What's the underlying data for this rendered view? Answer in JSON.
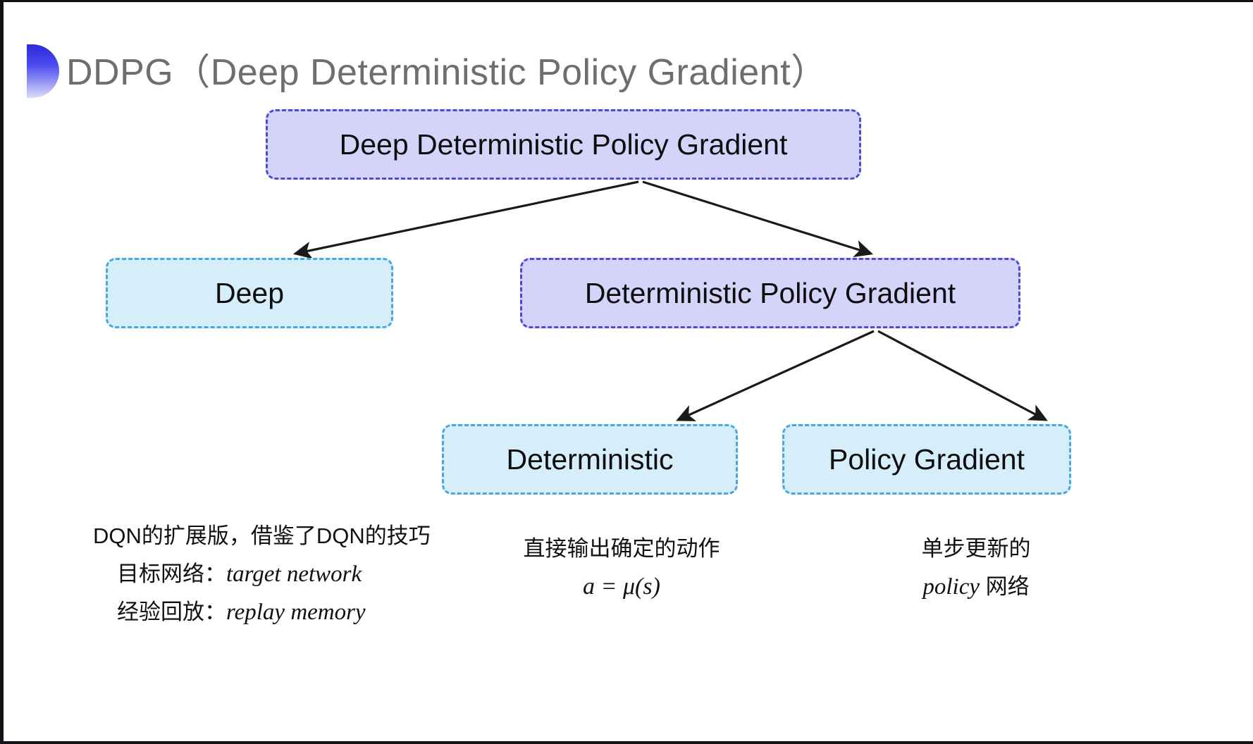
{
  "slide": {
    "title": "DDPG（Deep Deterministic Policy Gradient）",
    "background": "#ffffff",
    "accent_purple": "#4b4bd8",
    "accent_blue": "#4aa6dd",
    "fill_purple": "#d5d3fa",
    "fill_blue": "#d6eefa",
    "title_color": "#6d6e71"
  },
  "diagram": {
    "root": {
      "label": "Deep Deterministic Policy Gradient",
      "style": "purple"
    },
    "level2": [
      {
        "label": "Deep",
        "style": "blue"
      },
      {
        "label": "Deterministic Policy Gradient",
        "style": "purple"
      }
    ],
    "level3": [
      {
        "label": "Deterministic",
        "style": "blue"
      },
      {
        "label": "Policy Gradient",
        "style": "blue"
      }
    ]
  },
  "annotations": {
    "deep": {
      "line1": "DQN的扩展版，借鉴了DQN的技巧",
      "line2_label": "目标网络：",
      "line2_term": "target network",
      "line3_label": "经验回放：",
      "line3_term": "replay memory"
    },
    "deterministic": {
      "line1": "直接输出确定的动作",
      "formula": "a = μ(s)"
    },
    "policy_gradient": {
      "line1": "单步更新的",
      "line2_term": "policy",
      "line2_suffix": " 网络"
    }
  }
}
